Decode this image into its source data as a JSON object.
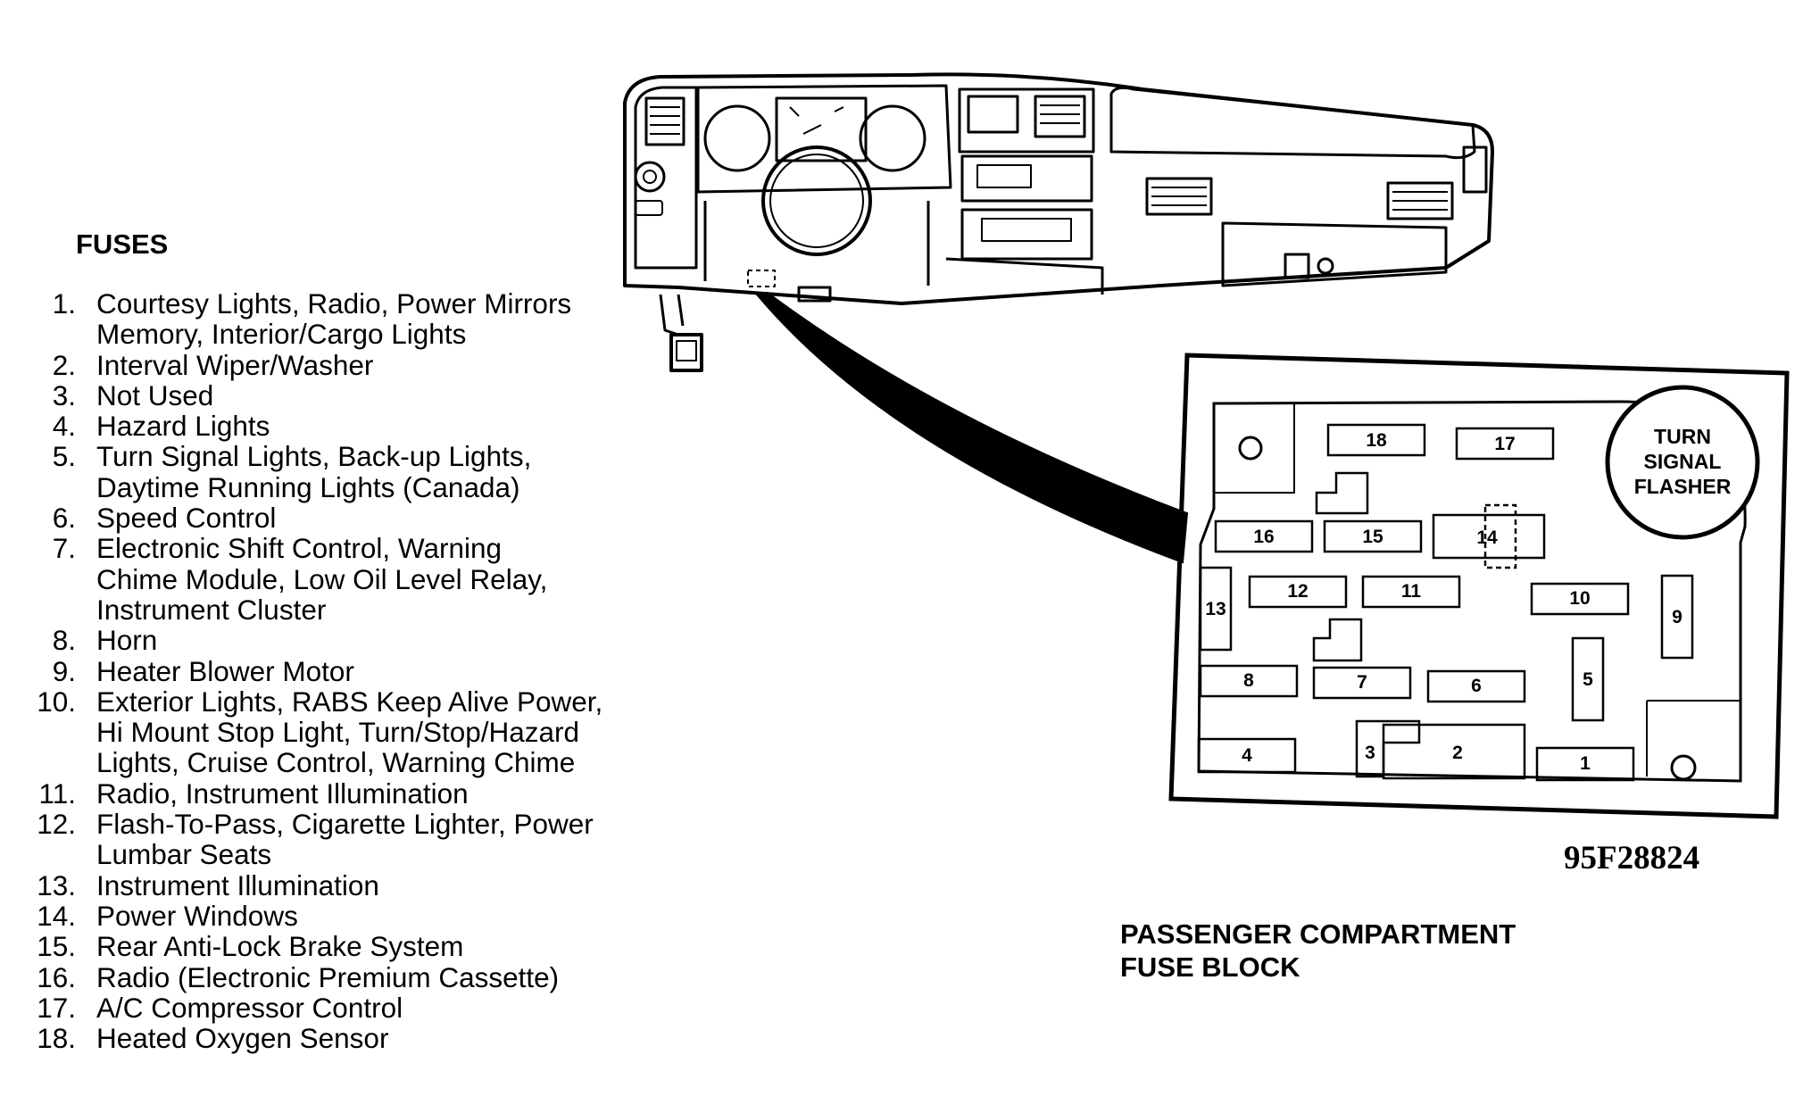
{
  "fuses_title": "FUSES",
  "fuses": [
    {
      "num": "1.",
      "text": "Courtesy Lights, Radio, Power Mirrors\nMemory, Interior/Cargo Lights"
    },
    {
      "num": "2.",
      "text": "Interval Wiper/Washer"
    },
    {
      "num": "3.",
      "text": "Not Used"
    },
    {
      "num": "4.",
      "text": "Hazard Lights"
    },
    {
      "num": "5.",
      "text": "Turn Signal Lights, Back-up Lights,\nDaytime Running Lights (Canada)"
    },
    {
      "num": "6.",
      "text": "Speed Control"
    },
    {
      "num": "7.",
      "text": "Electronic Shift Control, Warning\nChime Module, Low Oil Level Relay,\nInstrument Cluster"
    },
    {
      "num": "8.",
      "text": "Horn"
    },
    {
      "num": "9.",
      "text": "Heater Blower Motor"
    },
    {
      "num": "10.",
      "text": "Exterior Lights, RABS Keep Alive Power,\nHi Mount Stop Light, Turn/Stop/Hazard\nLights, Cruise Control, Warning Chime"
    },
    {
      "num": "11.",
      "text": "Radio, Instrument Illumination"
    },
    {
      "num": "12.",
      "text": "Flash-To-Pass, Cigarette Lighter, Power\nLumbar Seats"
    },
    {
      "num": "13.",
      "text": "Instrument Illumination"
    },
    {
      "num": "14.",
      "text": "Power Windows"
    },
    {
      "num": "15.",
      "text": "Rear Anti-Lock Brake System"
    },
    {
      "num": "16.",
      "text": "Radio (Electronic Premium Cassette)"
    },
    {
      "num": "17.",
      "text": "A/C Compressor Control"
    },
    {
      "num": "18.",
      "text": "Heated Oxygen Sensor"
    }
  ],
  "fuse_block_labels": {
    "f1": "1",
    "f2": "2",
    "f3": "3",
    "f4": "4",
    "f5": "5",
    "f6": "6",
    "f7": "7",
    "f8": "8",
    "f9": "9",
    "f10": "10",
    "f11": "11",
    "f12": "12",
    "f13": "13",
    "f14": "14",
    "f15": "15",
    "f16": "16",
    "f17": "17",
    "f18": "18"
  },
  "flasher": {
    "line1": "TURN",
    "line2": "SIGNAL",
    "line3": "FLASHER"
  },
  "figure_code": "95F28824",
  "caption": "PASSENGER COMPARTMENT\nFUSE BLOCK"
}
